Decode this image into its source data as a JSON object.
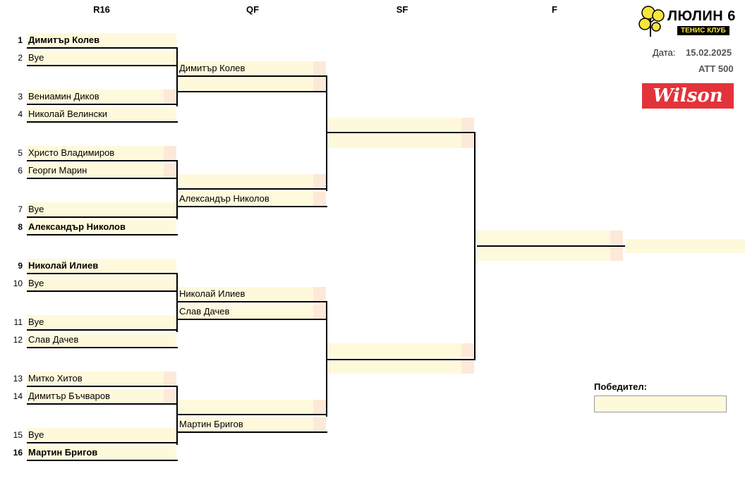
{
  "rounds": [
    "R16",
    "QF",
    "SF",
    "F"
  ],
  "club": {
    "name": "ЛЮЛИН 6",
    "subtitle": "ТЕНИС КЛУБ"
  },
  "date_label": "Дата:",
  "date_value": "15.02.2025",
  "tournament": "ATT 500",
  "sponsor": "Wilson",
  "winner_label": "Победител:",
  "winner_value": "",
  "r16": [
    {
      "seed": "1",
      "name": "Димитър Колев",
      "bold": true
    },
    {
      "seed": "2",
      "name": "Bye",
      "bold": false
    },
    {
      "seed": "3",
      "name": "Вениамин Диков",
      "bold": false
    },
    {
      "seed": "4",
      "name": "Николай Велински",
      "bold": false
    },
    {
      "seed": "5",
      "name": "Христо Владимиров",
      "bold": false
    },
    {
      "seed": "6",
      "name": "Георги Марин",
      "bold": false
    },
    {
      "seed": "7",
      "name": "Bye",
      "bold": false
    },
    {
      "seed": "8",
      "name": "Александър Николов",
      "bold": true
    },
    {
      "seed": "9",
      "name": "Николай Илиев",
      "bold": true
    },
    {
      "seed": "10",
      "name": "Bye",
      "bold": false
    },
    {
      "seed": "11",
      "name": "Bye",
      "bold": false
    },
    {
      "seed": "12",
      "name": "Слав Дачев",
      "bold": false
    },
    {
      "seed": "13",
      "name": "Митко Хитов",
      "bold": false
    },
    {
      "seed": "14",
      "name": "Димитър Бъчваров",
      "bold": false
    },
    {
      "seed": "15",
      "name": "Bye",
      "bold": false
    },
    {
      "seed": "16",
      "name": "Мартин Бригов",
      "bold": true
    }
  ],
  "qf": [
    {
      "name": "Димитър Колев"
    },
    {
      "name": ""
    },
    {
      "name": ""
    },
    {
      "name": "Александър Николов"
    },
    {
      "name": "Николай Илиев"
    },
    {
      "name": "Слав Дачев"
    },
    {
      "name": ""
    },
    {
      "name": "Мартин Бригов"
    }
  ],
  "sf": [
    {
      "name": ""
    },
    {
      "name": ""
    },
    {
      "name": ""
    },
    {
      "name": ""
    }
  ],
  "final": [
    {
      "name": ""
    },
    {
      "name": ""
    }
  ],
  "champion": {
    "name": ""
  }
}
